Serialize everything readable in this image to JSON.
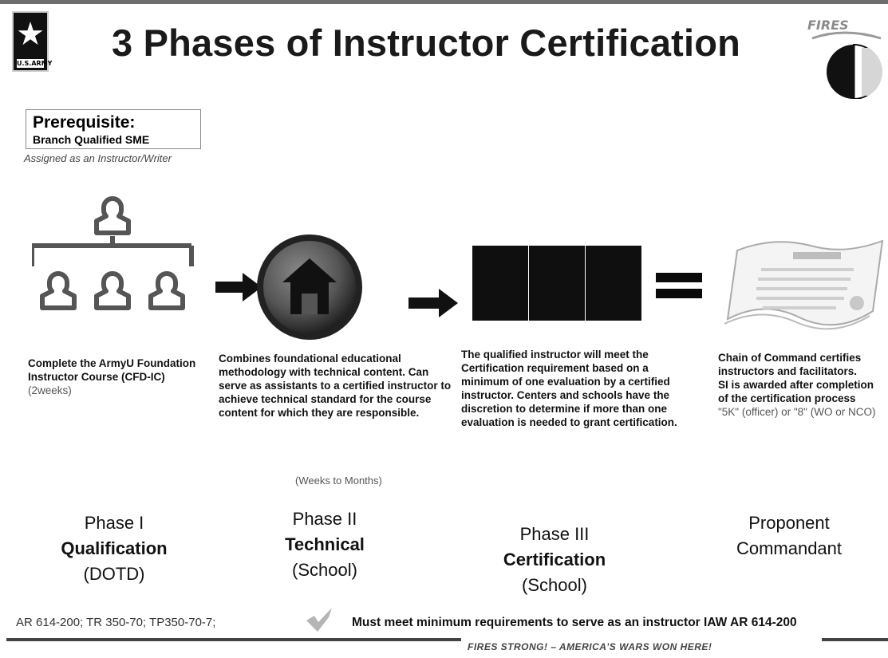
{
  "header": {
    "title": "3 Phases of Instructor Certification",
    "army_logo_text": "U.S.ARMY",
    "fires_logo_text": "FIRES"
  },
  "prerequisite": {
    "title": "Prerequisite:",
    "subtitle": "Branch Qualified  SME",
    "assigned": "Assigned as an Instructor/Writer"
  },
  "steps": [
    {
      "description": "Complete the ArmyU Foundation Instructor Course (CFD-IC)",
      "duration": "(2weeks)",
      "phase_line1": "Phase I",
      "phase_line2": "Qualification",
      "phase_line3": "(DOTD)"
    },
    {
      "description": "Combines foundational educational methodology with technical content. Can serve as assistants to a certified instructor to achieve technical standard for the course content for which they are responsible.",
      "duration": "(Weeks to Months)",
      "phase_line1": "Phase II",
      "phase_line2": "Technical",
      "phase_line3": "(School)"
    },
    {
      "description": "The qualified instructor will meet the Certification requirement based on a minimum  of one evaluation by a certified instructor. Centers and schools have the discretion to determine if more than one evaluation is needed to grant certification.",
      "phase_line1": "Phase III",
      "phase_line2": "Certification",
      "phase_line3": "(School)"
    },
    {
      "description": "Chain of Command certifies  instructors and facilitators.",
      "description2": "SI is awarded after completion of the certification process",
      "duration": "\"5K\" (officer) or \"8\" (WO or NCO)",
      "phase_line1": "Proponent",
      "phase_line2": "Commandant"
    }
  ],
  "footer": {
    "references": "AR 614-200; TR 350-70; TP350-70-7;",
    "requirement": "Must meet minimum requirements to serve as an instructor IAW AR 614-200",
    "slogan": "FIRES STRONG! – AMERICA'S WARS WON HERE!"
  },
  "colors": {
    "icon_stroke": "#555555",
    "blocks": "#0f0f0f",
    "text": "#111111"
  }
}
